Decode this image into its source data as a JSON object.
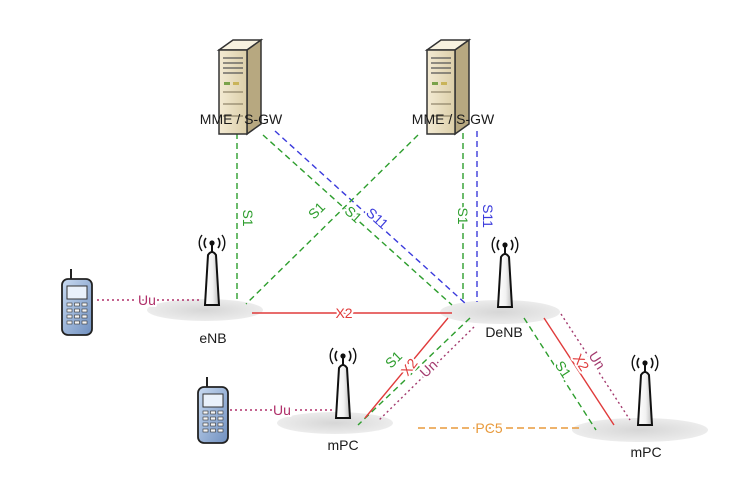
{
  "nodes": {
    "server_left": "MME / S-GW",
    "server_right": "MME / S-GW",
    "enb": "eNB",
    "denb": "DeNB",
    "mpc_left": "mPC",
    "mpc_right": "mPC"
  },
  "interfaces": {
    "s1": "S1",
    "s11": "S11",
    "x2": "X2",
    "un": "Un",
    "uu": "Uu",
    "pc5": "PC5"
  },
  "colors": {
    "s1": "#2e9e2e",
    "s11": "#3b3bdc",
    "x2": "#e03b3b",
    "un": "#a33a6e",
    "uu": "#b0306a",
    "pc5": "#e89a3c",
    "ground": "#d9d9d9"
  }
}
